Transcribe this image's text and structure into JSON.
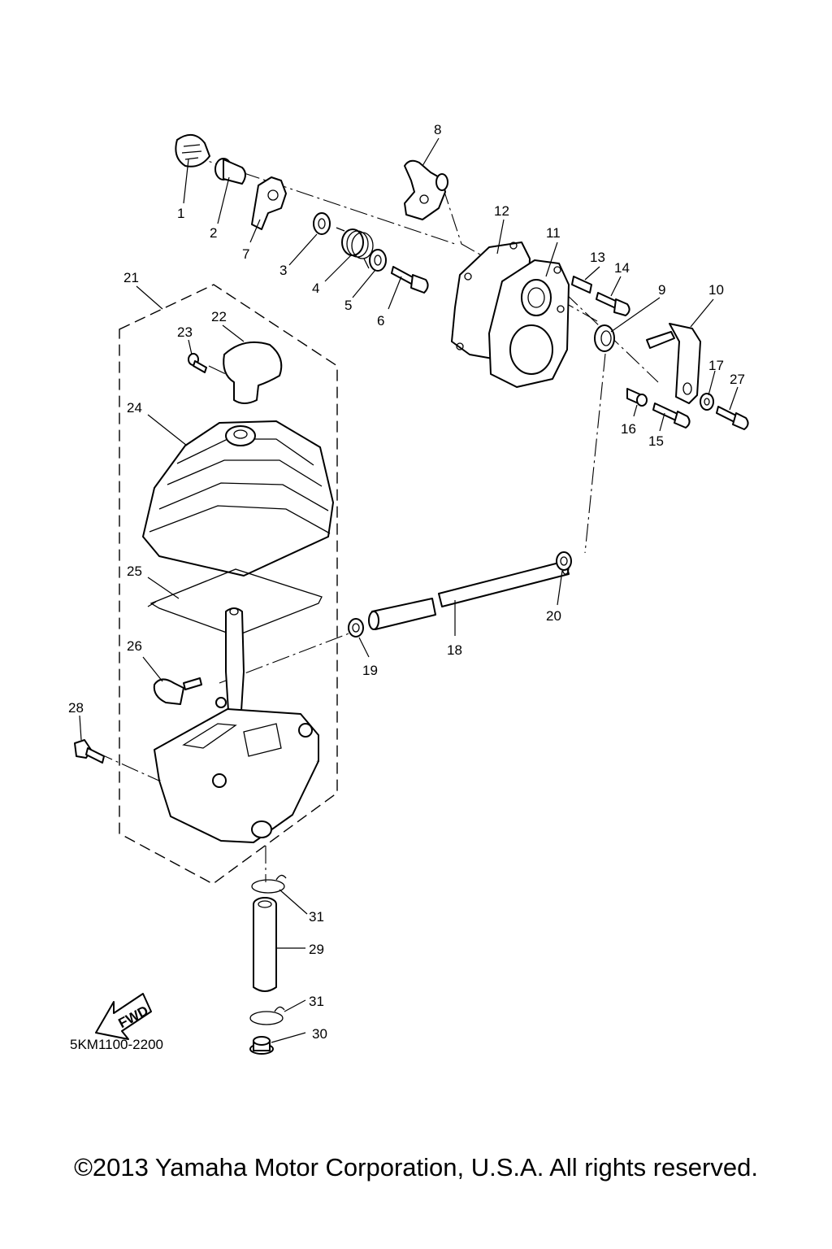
{
  "diagram": {
    "code": "5KM1100-2200",
    "fwd_label": "FWD",
    "part_numbers": [
      "1",
      "2",
      "3",
      "4",
      "5",
      "6",
      "7",
      "8",
      "9",
      "10",
      "11",
      "12",
      "13",
      "14",
      "15",
      "16",
      "17",
      "18",
      "19",
      "20",
      "21",
      "22",
      "23",
      "24",
      "25",
      "26",
      "27",
      "28",
      "29",
      "30",
      "31",
      "31"
    ]
  },
  "footer": {
    "copyright": "©2013 Yamaha Motor Corporation, U.S.A. All rights reserved."
  }
}
